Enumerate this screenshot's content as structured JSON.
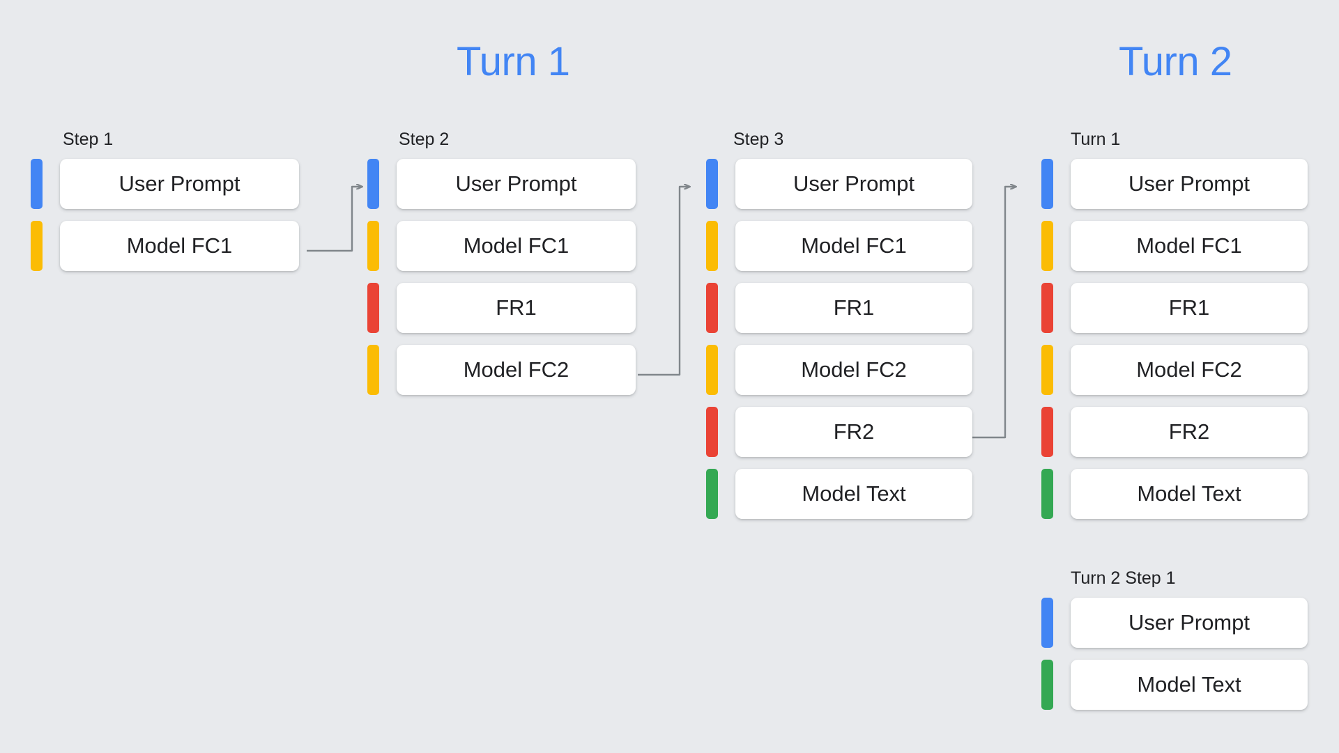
{
  "background_color": "#e8eaed",
  "accent_color": "#4285f4",
  "bar_colors": {
    "user": "#4285f4",
    "function_call": "#fbbc04",
    "function_response": "#ea4335",
    "model_text": "#34a853"
  },
  "headings": {
    "turn1": "Turn 1",
    "turn2": "Turn 2"
  },
  "columns": [
    {
      "label": "Step 1",
      "rows": [
        {
          "color": "blue",
          "text": "User Prompt"
        },
        {
          "color": "yellow",
          "text": "Model FC1"
        }
      ]
    },
    {
      "label": "Step 2",
      "rows": [
        {
          "color": "blue",
          "text": "User Prompt"
        },
        {
          "color": "yellow",
          "text": "Model FC1"
        },
        {
          "color": "red",
          "text": "FR1"
        },
        {
          "color": "yellow",
          "text": "Model FC2"
        }
      ]
    },
    {
      "label": "Step 3",
      "rows": [
        {
          "color": "blue",
          "text": "User Prompt"
        },
        {
          "color": "yellow",
          "text": "Model FC1"
        },
        {
          "color": "red",
          "text": "FR1"
        },
        {
          "color": "yellow",
          "text": "Model FC2"
        },
        {
          "color": "red",
          "text": "FR2"
        },
        {
          "color": "green",
          "text": "Model Text"
        }
      ]
    },
    {
      "label": "Turn 1",
      "rows": [
        {
          "color": "blue",
          "text": "User Prompt"
        },
        {
          "color": "yellow",
          "text": "Model FC1"
        },
        {
          "color": "red",
          "text": "FR1"
        },
        {
          "color": "yellow",
          "text": "Model FC2"
        },
        {
          "color": "red",
          "text": "FR2"
        },
        {
          "color": "green",
          "text": "Model Text"
        }
      ]
    },
    {
      "label": "Turn 2 Step 1",
      "rows": [
        {
          "color": "blue",
          "text": "User Prompt"
        },
        {
          "color": "green",
          "text": "Model Text"
        }
      ]
    }
  ],
  "connectors": [
    {
      "name": "step1-to-step2",
      "from_row": "Model FC1",
      "to_row": "User Prompt"
    },
    {
      "name": "step2-to-step3",
      "from_row": "Model FC2",
      "to_row": "User Prompt"
    },
    {
      "name": "step3-to-turn1",
      "from_row": "FR2",
      "to_row": "User Prompt"
    }
  ]
}
